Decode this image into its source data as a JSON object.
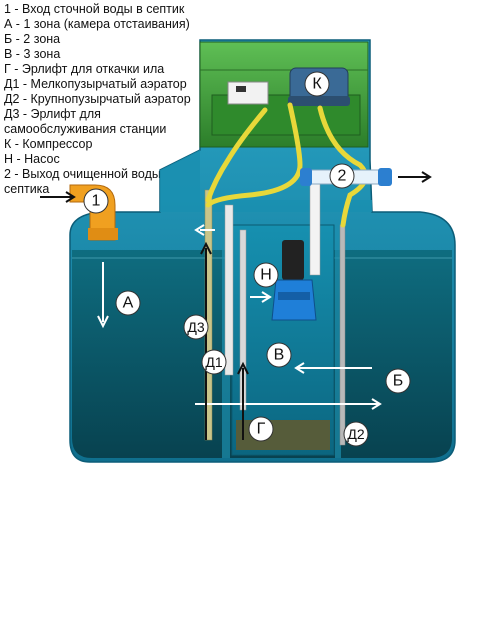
{
  "legend": [
    "1 - Вход сточной воды в септик",
    "А - 1 зона (камера отстаивания)",
    "Б - 2 зона",
    "В - 3 зона",
    "Г - Эрлифт для откачки ила",
    "Д1 - Мелкопузырчатый аэратор",
    "Д2 - Крупнопузырчатый аэратор",
    "Д3 - Эрлифт для самообслуживания станции",
    "К - Компрессор",
    "Н - Насос",
    "2 - Выход очищенной воды из септика"
  ],
  "markers": {
    "inlet": "1",
    "outlet": "2",
    "zone_a": "А",
    "zone_b": "Б",
    "zone_v": "В",
    "sludge_airlift": "Г",
    "fine_aerator": "Д1",
    "coarse_aerator": "Д2",
    "self_service_airlift": "Д3",
    "compressor": "К",
    "pump": "Н"
  },
  "colors": {
    "tank_body": "#1a8fb0",
    "water_dark": "#0b5a6a",
    "lid_green": "#3c9a3a",
    "pipe_yellow": "#e8d83a",
    "inlet_orange": "#f0a020",
    "pump_blue": "#1f7fd8",
    "sludge": "#6a6a3a"
  }
}
